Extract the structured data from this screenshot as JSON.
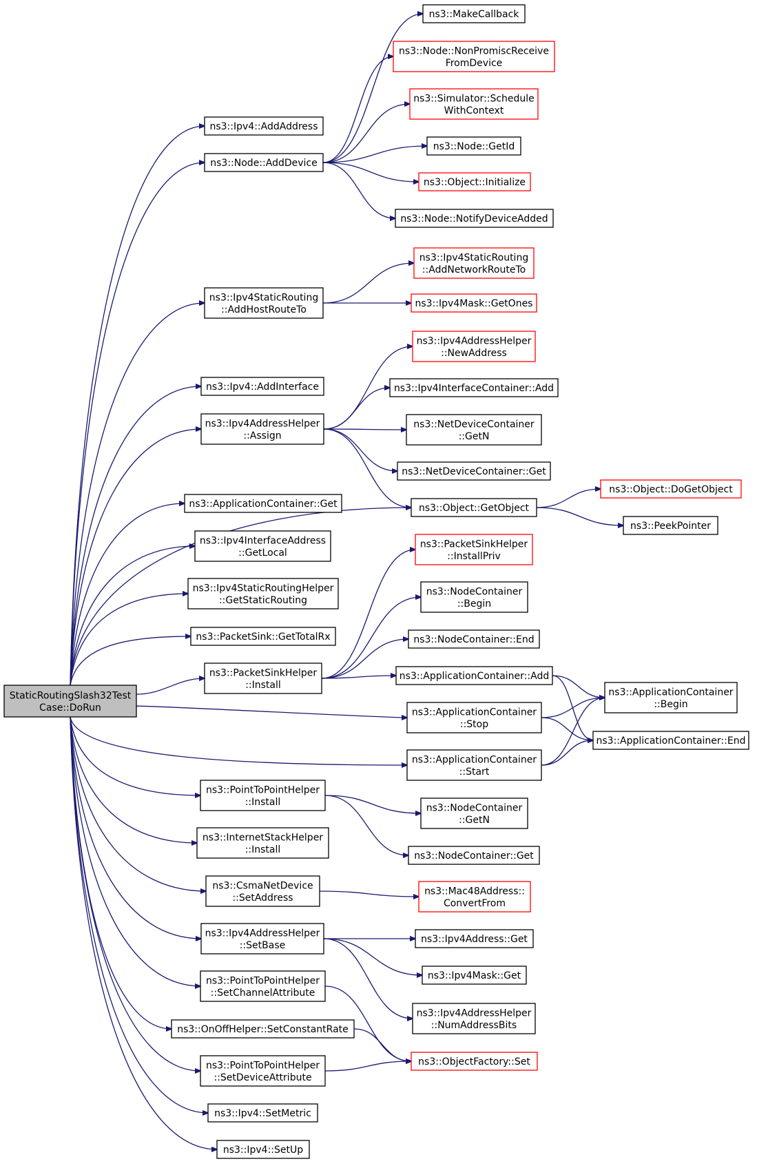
{
  "nodes": [
    {
      "id": "root",
      "lines": [
        "StaticRoutingSlash32Test",
        "Case::DoRun"
      ],
      "color": "black",
      "root": true
    },
    {
      "id": "ipv4_addaddress",
      "lines": [
        "ns3::Ipv4::AddAddress"
      ],
      "color": "black"
    },
    {
      "id": "node_adddevice",
      "lines": [
        "ns3::Node::AddDevice"
      ],
      "color": "black"
    },
    {
      "id": "staticrouting_addhost",
      "lines": [
        "ns3::Ipv4StaticRouting",
        "::AddHostRouteTo"
      ],
      "color": "black"
    },
    {
      "id": "ipv4_addinterface",
      "lines": [
        "ns3::Ipv4::AddInterface"
      ],
      "color": "black"
    },
    {
      "id": "addrhelper_assign",
      "lines": [
        "ns3::Ipv4AddressHelper",
        "::Assign"
      ],
      "color": "black"
    },
    {
      "id": "appcont_get",
      "lines": [
        "ns3::ApplicationContainer::Get"
      ],
      "color": "black"
    },
    {
      "id": "ifaceaddr_getlocal",
      "lines": [
        "ns3::Ipv4InterfaceAddress",
        "::GetLocal"
      ],
      "color": "black"
    },
    {
      "id": "srhelper_getstatic",
      "lines": [
        "ns3::Ipv4StaticRoutingHelper",
        "::GetStaticRouting"
      ],
      "color": "black"
    },
    {
      "id": "packetsink_gettotalrx",
      "lines": [
        "ns3::PacketSink::GetTotalRx"
      ],
      "color": "black"
    },
    {
      "id": "sinkhelper_install",
      "lines": [
        "ns3::PacketSinkHelper",
        "::Install"
      ],
      "color": "black"
    },
    {
      "id": "p2p_install",
      "lines": [
        "ns3::PointToPointHelper",
        "::Install"
      ],
      "color": "black"
    },
    {
      "id": "stack_install",
      "lines": [
        "ns3::InternetStackHelper",
        "::Install"
      ],
      "color": "black"
    },
    {
      "id": "csma_setaddress",
      "lines": [
        "ns3::CsmaNetDevice",
        "::SetAddress"
      ],
      "color": "black"
    },
    {
      "id": "addrhelper_setbase",
      "lines": [
        "ns3::Ipv4AddressHelper",
        "::SetBase"
      ],
      "color": "black"
    },
    {
      "id": "p2p_setchannel",
      "lines": [
        "ns3::PointToPointHelper",
        "::SetChannelAttribute"
      ],
      "color": "black"
    },
    {
      "id": "onoff_setrate",
      "lines": [
        "ns3::OnOffHelper::SetConstantRate"
      ],
      "color": "black"
    },
    {
      "id": "p2p_setdevice",
      "lines": [
        "ns3::PointToPointHelper",
        "::SetDeviceAttribute"
      ],
      "color": "black"
    },
    {
      "id": "ipv4_setmetric",
      "lines": [
        "ns3::Ipv4::SetMetric"
      ],
      "color": "black"
    },
    {
      "id": "ipv4_setup",
      "lines": [
        "ns3::Ipv4::SetUp"
      ],
      "color": "black"
    },
    {
      "id": "makecallback",
      "lines": [
        "ns3::MakeCallback"
      ],
      "color": "black"
    },
    {
      "id": "node_nonpromisc",
      "lines": [
        "ns3::Node::NonPromiscReceive",
        "FromDevice"
      ],
      "color": "red"
    },
    {
      "id": "sim_schedule",
      "lines": [
        "ns3::Simulator::Schedule",
        "WithContext"
      ],
      "color": "red"
    },
    {
      "id": "node_getid",
      "lines": [
        "ns3::Node::GetId"
      ],
      "color": "black"
    },
    {
      "id": "object_initialize",
      "lines": [
        "ns3::Object::Initialize"
      ],
      "color": "red"
    },
    {
      "id": "node_notify",
      "lines": [
        "ns3::Node::NotifyDeviceAdded"
      ],
      "color": "black"
    },
    {
      "id": "staticrouting_addnetwork",
      "lines": [
        "ns3::Ipv4StaticRouting",
        "::AddNetworkRouteTo"
      ],
      "color": "red"
    },
    {
      "id": "mask_getones",
      "lines": [
        "ns3::Ipv4Mask::GetOnes"
      ],
      "color": "red"
    },
    {
      "id": "addrhelper_newaddress",
      "lines": [
        "ns3::Ipv4AddressHelper",
        "::NewAddress"
      ],
      "color": "red"
    },
    {
      "id": "ifacecont_add",
      "lines": [
        "ns3::Ipv4InterfaceContainer::Add"
      ],
      "color": "black"
    },
    {
      "id": "ndcont_getn",
      "lines": [
        "ns3::NetDeviceContainer",
        "::GetN"
      ],
      "color": "black"
    },
    {
      "id": "ndcont_get",
      "lines": [
        "ns3::NetDeviceContainer::Get"
      ],
      "color": "black"
    },
    {
      "id": "object_getobject",
      "lines": [
        "ns3::Object::GetObject"
      ],
      "color": "black"
    },
    {
      "id": "object_dogetobject",
      "lines": [
        "ns3::Object::DoGetObject"
      ],
      "color": "red"
    },
    {
      "id": "peekpointer",
      "lines": [
        "ns3::PeekPointer"
      ],
      "color": "black"
    },
    {
      "id": "sinkhelper_installpriv",
      "lines": [
        "ns3::PacketSinkHelper",
        "::InstallPriv"
      ],
      "color": "red"
    },
    {
      "id": "nodecont_begin",
      "lines": [
        "ns3::NodeContainer",
        "::Begin"
      ],
      "color": "black"
    },
    {
      "id": "nodecont_end",
      "lines": [
        "ns3::NodeContainer::End"
      ],
      "color": "black"
    },
    {
      "id": "appcont_add",
      "lines": [
        "ns3::ApplicationContainer::Add"
      ],
      "color": "black"
    },
    {
      "id": "appcont_stop",
      "lines": [
        "ns3::ApplicationContainer",
        "::Stop"
      ],
      "color": "black"
    },
    {
      "id": "appcont_start",
      "lines": [
        "ns3::ApplicationContainer",
        "::Start"
      ],
      "color": "black"
    },
    {
      "id": "appcont_begin",
      "lines": [
        "ns3::ApplicationContainer",
        "::Begin"
      ],
      "color": "black"
    },
    {
      "id": "appcont_end",
      "lines": [
        "ns3::ApplicationContainer::End"
      ],
      "color": "black"
    },
    {
      "id": "nodecont_getn",
      "lines": [
        "ns3::NodeContainer",
        "::GetN"
      ],
      "color": "black"
    },
    {
      "id": "nodecont_get",
      "lines": [
        "ns3::NodeContainer::Get"
      ],
      "color": "black"
    },
    {
      "id": "mac48_convertfrom",
      "lines": [
        "ns3::Mac48Address::",
        "ConvertFrom"
      ],
      "color": "red"
    },
    {
      "id": "ipv4address_get",
      "lines": [
        "ns3::Ipv4Address::Get"
      ],
      "color": "black"
    },
    {
      "id": "mask_get",
      "lines": [
        "ns3::Ipv4Mask::Get"
      ],
      "color": "black"
    },
    {
      "id": "addrhelper_numbits",
      "lines": [
        "ns3::Ipv4AddressHelper",
        "::NumAddressBits"
      ],
      "color": "black"
    },
    {
      "id": "objfactory_set",
      "lines": [
        "ns3::ObjectFactory::Set"
      ],
      "color": "red"
    }
  ],
  "edges": [
    [
      "root",
      "ipv4_addaddress"
    ],
    [
      "root",
      "node_adddevice"
    ],
    [
      "root",
      "staticrouting_addhost"
    ],
    [
      "root",
      "ipv4_addinterface"
    ],
    [
      "root",
      "addrhelper_assign"
    ],
    [
      "root",
      "object_getobject"
    ],
    [
      "root",
      "appcont_get"
    ],
    [
      "root",
      "ifaceaddr_getlocal"
    ],
    [
      "root",
      "srhelper_getstatic"
    ],
    [
      "root",
      "packetsink_gettotalrx"
    ],
    [
      "root",
      "sinkhelper_install"
    ],
    [
      "root",
      "appcont_stop"
    ],
    [
      "root",
      "appcont_start"
    ],
    [
      "root",
      "p2p_install"
    ],
    [
      "root",
      "stack_install"
    ],
    [
      "root",
      "csma_setaddress"
    ],
    [
      "root",
      "addrhelper_setbase"
    ],
    [
      "root",
      "p2p_setchannel"
    ],
    [
      "root",
      "onoff_setrate"
    ],
    [
      "root",
      "p2p_setdevice"
    ],
    [
      "root",
      "ipv4_setmetric"
    ],
    [
      "root",
      "ipv4_setup"
    ],
    [
      "node_adddevice",
      "makecallback"
    ],
    [
      "node_adddevice",
      "node_nonpromisc"
    ],
    [
      "node_adddevice",
      "sim_schedule"
    ],
    [
      "node_adddevice",
      "node_getid"
    ],
    [
      "node_adddevice",
      "object_initialize"
    ],
    [
      "node_adddevice",
      "node_notify"
    ],
    [
      "staticrouting_addhost",
      "staticrouting_addnetwork"
    ],
    [
      "staticrouting_addhost",
      "mask_getones"
    ],
    [
      "addrhelper_assign",
      "addrhelper_newaddress"
    ],
    [
      "addrhelper_assign",
      "ifacecont_add"
    ],
    [
      "addrhelper_assign",
      "ndcont_getn"
    ],
    [
      "addrhelper_assign",
      "ndcont_get"
    ],
    [
      "addrhelper_assign",
      "object_getobject"
    ],
    [
      "object_getobject",
      "object_dogetobject"
    ],
    [
      "object_getobject",
      "peekpointer"
    ],
    [
      "sinkhelper_install",
      "sinkhelper_installpriv"
    ],
    [
      "sinkhelper_install",
      "nodecont_begin"
    ],
    [
      "sinkhelper_install",
      "nodecont_end"
    ],
    [
      "sinkhelper_install",
      "appcont_add"
    ],
    [
      "appcont_add",
      "appcont_begin"
    ],
    [
      "appcont_add",
      "appcont_end"
    ],
    [
      "appcont_stop",
      "appcont_begin"
    ],
    [
      "appcont_stop",
      "appcont_end"
    ],
    [
      "appcont_start",
      "appcont_begin"
    ],
    [
      "appcont_start",
      "appcont_end"
    ],
    [
      "p2p_install",
      "nodecont_getn"
    ],
    [
      "p2p_install",
      "nodecont_get"
    ],
    [
      "csma_setaddress",
      "mac48_convertfrom"
    ],
    [
      "addrhelper_setbase",
      "ipv4address_get"
    ],
    [
      "addrhelper_setbase",
      "mask_get"
    ],
    [
      "addrhelper_setbase",
      "addrhelper_numbits"
    ],
    [
      "p2p_setchannel",
      "objfactory_set"
    ],
    [
      "onoff_setrate",
      "objfactory_set"
    ],
    [
      "p2p_setdevice",
      "objfactory_set"
    ]
  ],
  "colors": {
    "edge": "#191970",
    "border": "#000000",
    "border_red": "#ff0000",
    "root_fill": "#bfbfbf"
  }
}
